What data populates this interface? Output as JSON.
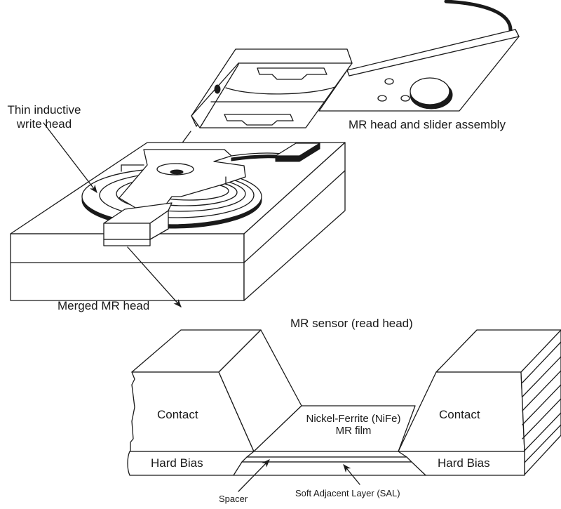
{
  "diagram": {
    "colors": {
      "line": "#1a1a1a",
      "background": "#ffffff"
    },
    "labels": {
      "write_head_line1": "Thin inductive",
      "write_head_line2": "write head",
      "slider_assembly": "MR head and slider assembly",
      "merged_head": "Merged MR head",
      "mr_sensor": "MR sensor (read head)",
      "contact_left": "Contact",
      "contact_right": "Contact",
      "nife_line1": "Nickel-Ferrite (NiFe)",
      "nife_line2": "MR film",
      "hard_bias_left": "Hard Bias",
      "hard_bias_right": "Hard Bias",
      "spacer": "Spacer",
      "sal": "Soft Adjacent Layer (SAL)"
    },
    "components": [
      "slider-assembly",
      "suspension-arm",
      "lead-wire",
      "write-head-coil",
      "write-head-pole",
      "substrate-block",
      "mr-sensor-contacts",
      "mr-film",
      "hard-bias-layers",
      "spacer-layer",
      "sal-layer"
    ]
  }
}
